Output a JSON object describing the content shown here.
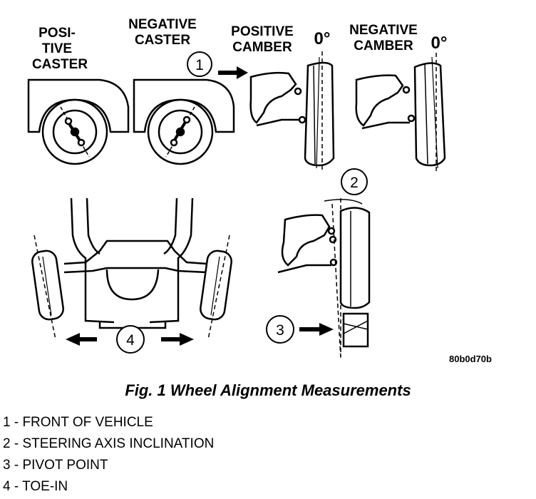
{
  "labels": {
    "positive_caster_1": "POSI-",
    "positive_caster_2": "TIVE",
    "positive_caster_3": "CASTER",
    "negative_caster_1": "NEGATIVE",
    "negative_caster_2": "CASTER",
    "positive_camber_1": "POSITIVE",
    "positive_camber_2": "CAMBER",
    "negative_camber_1": "NEGATIVE",
    "negative_camber_2": "CAMBER",
    "zero_deg_a": "0°",
    "zero_deg_b": "0°",
    "code": "80b0d70b"
  },
  "callouts": [
    "1",
    "2",
    "3",
    "4"
  ],
  "caption": "Fig. 1 Wheel Alignment Measurements",
  "legend": [
    "1 - FRONT OF VEHICLE",
    "2 - STEERING AXIS INCLINATION",
    "3 - PIVOT POINT",
    "4 - TOE-IN"
  ]
}
